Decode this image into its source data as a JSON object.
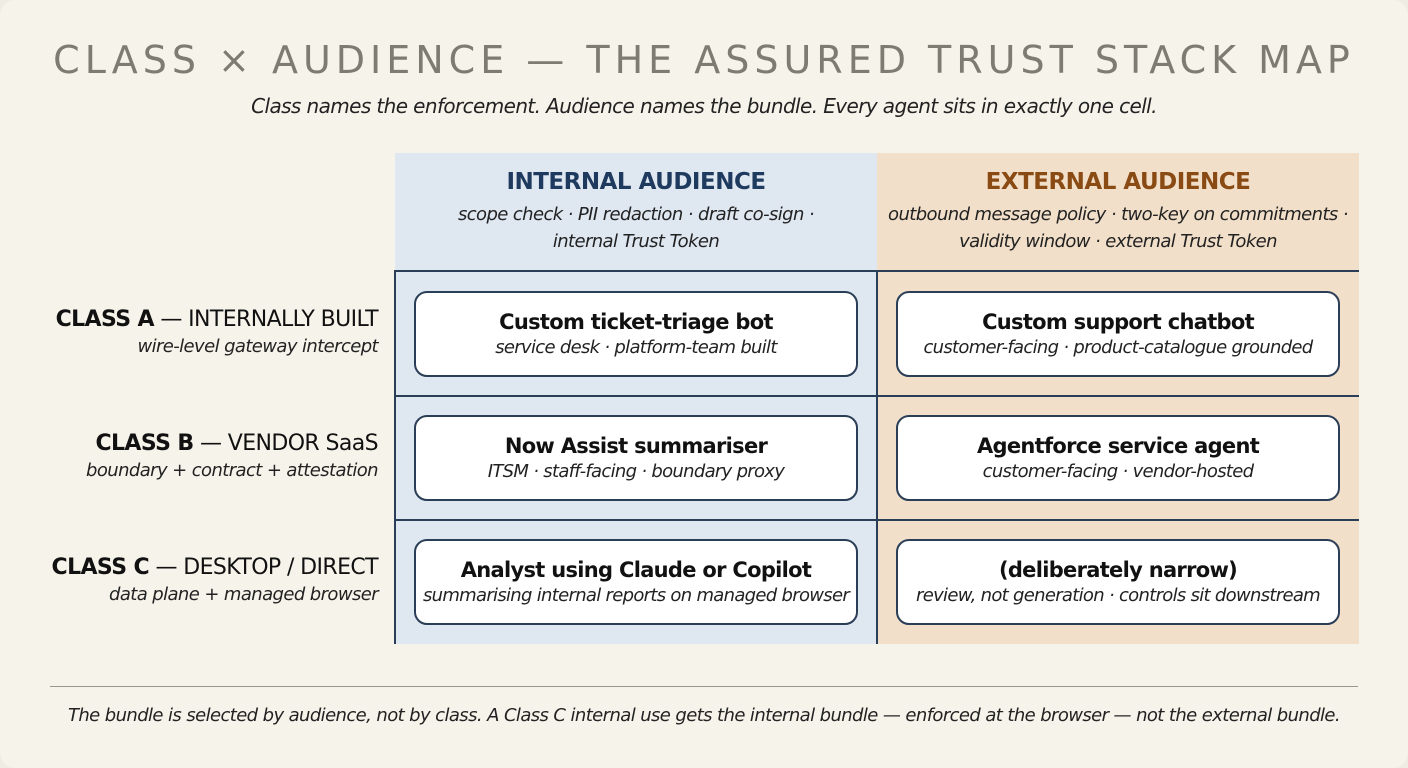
{
  "title": "CLASS × AUDIENCE — THE ASSURED TRUST STACK MAP",
  "subtitle": "Class names the enforcement. Audience names the bundle. Every agent sits in exactly one cell.",
  "columns": {
    "internal": {
      "heading": "INTERNAL AUDIENCE",
      "desc_line1": "scope check · PII redaction · draft co-sign ·",
      "desc_line2": "internal Trust Token",
      "color": "#1f3a5f"
    },
    "external": {
      "heading": "EXTERNAL AUDIENCE",
      "desc_line1": "outbound message policy · two-key on commitments ·",
      "desc_line2": "validity window · external Trust Token",
      "color": "#8a4a14"
    }
  },
  "rows": [
    {
      "class_label": "CLASS A",
      "class_name": " — INTERNALLY BUILT",
      "enforcement": "wire-level gateway intercept",
      "internal": {
        "title": "Custom ticket-triage bot",
        "detail": "service desk · platform-team built"
      },
      "external": {
        "title": "Custom support chatbot",
        "detail": "customer-facing · product-catalogue grounded"
      }
    },
    {
      "class_label": "CLASS B",
      "class_name": " — VENDOR SaaS",
      "enforcement": "boundary + contract + attestation",
      "internal": {
        "title": "Now Assist summariser",
        "detail": "ITSM · staff-facing · boundary proxy"
      },
      "external": {
        "title": "Agentforce service agent",
        "detail": "customer-facing · vendor-hosted"
      }
    },
    {
      "class_label": "CLASS C",
      "class_name": " — DESKTOP / DIRECT",
      "enforcement": "data plane + managed browser",
      "internal": {
        "title": "Analyst using Claude or Copilot",
        "detail": "summarising internal reports on managed browser"
      },
      "external": {
        "title": "(deliberately narrow)",
        "detail": "review, not generation · controls sit downstream"
      }
    }
  ],
  "footer": "The bundle is selected by audience, not by class. A Class C internal use gets the internal bundle — enforced at the browser — not the external bundle.",
  "colors": {
    "internal_bg": "#dfe7f1",
    "external_bg": "#f1dfc9",
    "grid_line": "#2b3e57"
  }
}
